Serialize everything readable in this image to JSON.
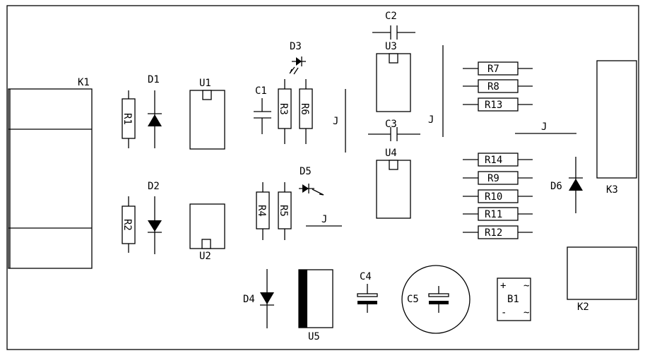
{
  "labels": {
    "K1": "K1",
    "K2": "K2",
    "K3": "K3",
    "D1": "D1",
    "D2": "D2",
    "D3": "D3",
    "D4": "D4",
    "D5": "D5",
    "D6": "D6",
    "U1": "U1",
    "U2": "U2",
    "U3": "U3",
    "U4": "U4",
    "U5": "U5",
    "C1": "C1",
    "C2": "C2",
    "C3": "C3",
    "C4": "C4",
    "C5": "C5",
    "R1": "R1",
    "R2": "R2",
    "R3": "R3",
    "R4": "R4",
    "R5": "R5",
    "R6": "R6",
    "R7": "R7",
    "R8": "R8",
    "R9": "R9",
    "R10": "R10",
    "R11": "R11",
    "R12": "R12",
    "R13": "R13",
    "R14": "R14",
    "B1": "B1",
    "J": "J",
    "plus": "+",
    "minus": "-",
    "tilde": "~"
  }
}
